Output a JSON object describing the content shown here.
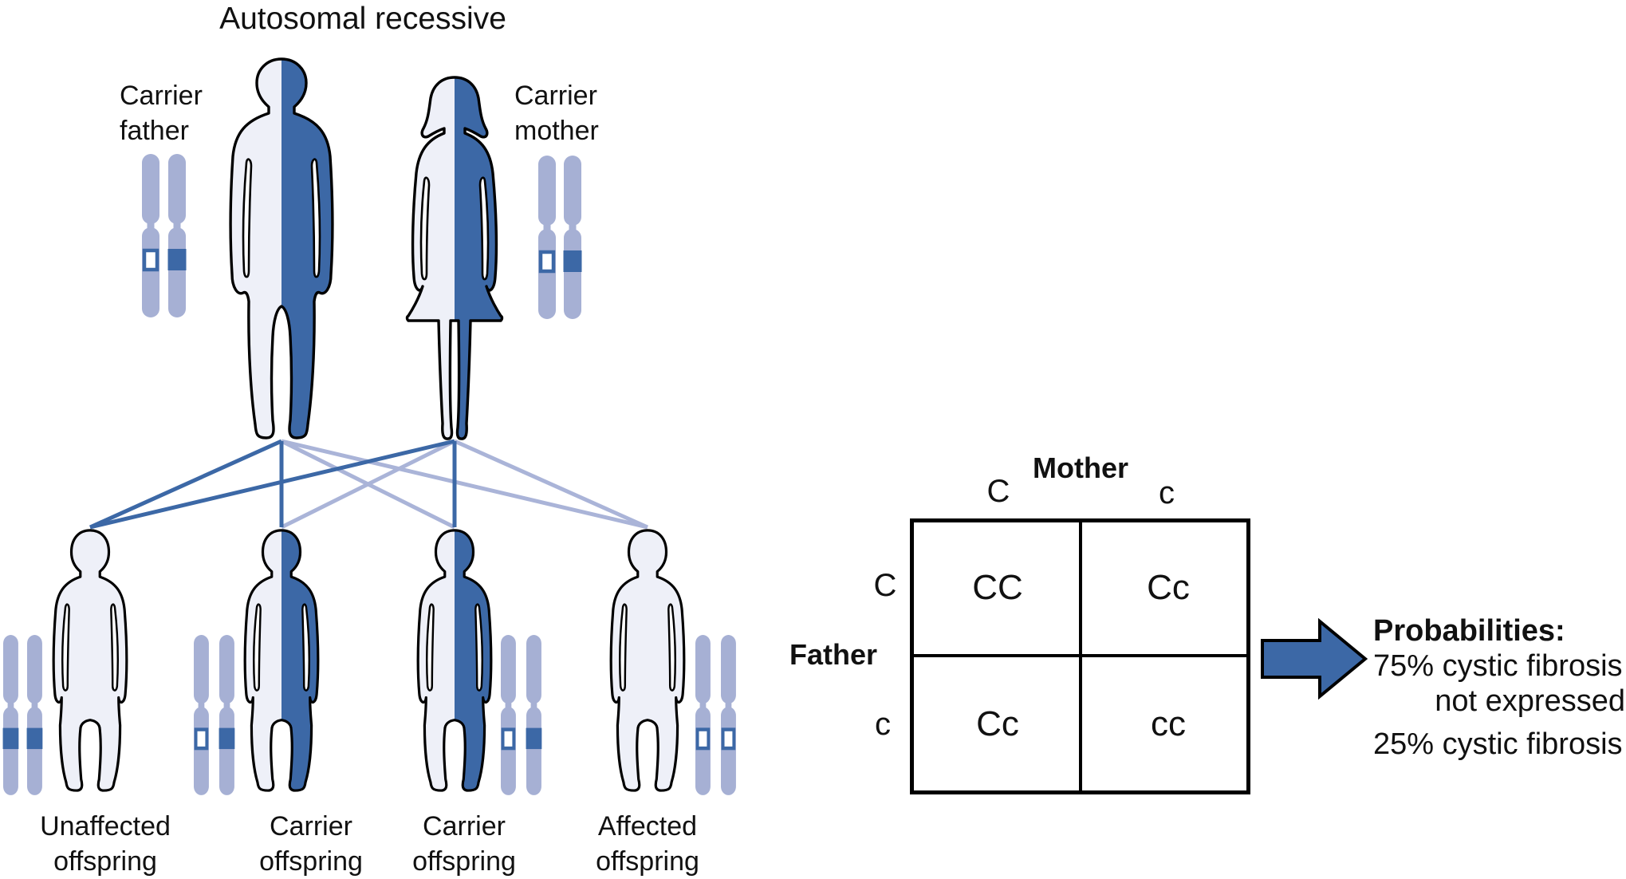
{
  "title": "Autosomal recessive",
  "colors": {
    "dark_blue": "#3C68A6",
    "light_body": "#EEF0F8",
    "chromosome": "#A6B0D4",
    "light_line": "#AAB4D8",
    "outline": "#000000"
  },
  "parents": {
    "father": {
      "label_line1": "Carrier",
      "label_line2": "father",
      "genotype": "Cc"
    },
    "mother": {
      "label_line1": "Carrier",
      "label_line2": "mother",
      "genotype": "Cc"
    }
  },
  "offspring": [
    {
      "label_line1": "Unaffected",
      "label_line2": "offspring",
      "genotype": "CC"
    },
    {
      "label_line1": "Carrier",
      "label_line2": "offspring",
      "genotype": "Cc"
    },
    {
      "label_line1": "Carrier",
      "label_line2": "offspring",
      "genotype": "Cc"
    },
    {
      "label_line1": "Affected",
      "label_line2": "offspring",
      "genotype": "cc"
    }
  ],
  "inheritance_lines": [
    {
      "from": "father",
      "to_offspring": 1,
      "allele": "C",
      "shade": "dark"
    },
    {
      "from": "father",
      "to_offspring": 2,
      "allele": "C",
      "shade": "dark"
    },
    {
      "from": "father",
      "to_offspring": 3,
      "allele": "c",
      "shade": "light"
    },
    {
      "from": "father",
      "to_offspring": 4,
      "allele": "c",
      "shade": "light"
    },
    {
      "from": "mother",
      "to_offspring": 1,
      "allele": "C",
      "shade": "dark"
    },
    {
      "from": "mother",
      "to_offspring": 2,
      "allele": "c",
      "shade": "light"
    },
    {
      "from": "mother",
      "to_offspring": 3,
      "allele": "C",
      "shade": "dark"
    },
    {
      "from": "mother",
      "to_offspring": 4,
      "allele": "c",
      "shade": "light"
    }
  ],
  "punnett": {
    "mother_label": "Mother",
    "father_label": "Father",
    "col_headers": [
      "C",
      "c"
    ],
    "row_headers": [
      "C",
      "c"
    ],
    "cells": [
      [
        "CC",
        "Cc"
      ],
      [
        "Cc",
        "cc"
      ]
    ]
  },
  "probabilities": {
    "heading": "Probabilities:",
    "line1": "75% cystic fibrosis",
    "line2": "not expressed",
    "line3": "25% cystic fibrosis"
  }
}
